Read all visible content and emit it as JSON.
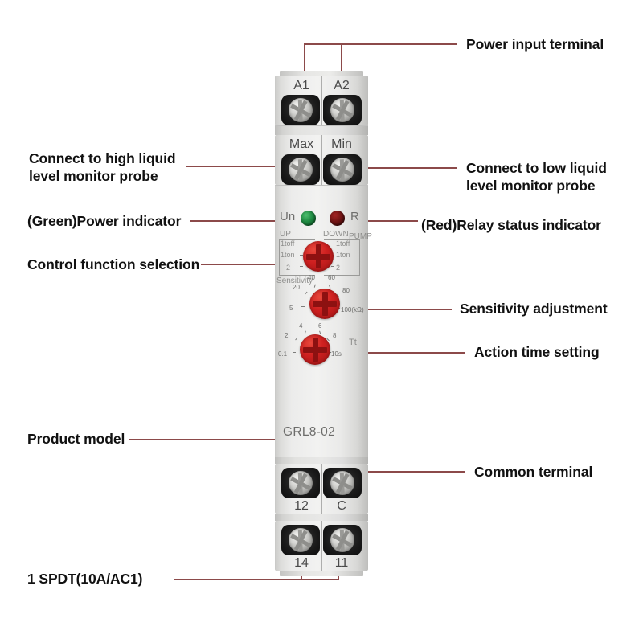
{
  "figure": {
    "type": "annotated-product-diagram",
    "subject": "liquid level control relay",
    "model": "GRL8-02"
  },
  "annotations": {
    "power_input": "Power input terminal",
    "high_probe": "Connect to high liquid\nlevel monitor probe",
    "low_probe": "Connect to low liquid\nlevel monitor probe",
    "power_indicator": "(Green)Power indicator",
    "relay_indicator": "(Red)Relay status indicator",
    "control_function": "Control function selection",
    "sensitivity": "Sensitivity adjustment",
    "action_time": "Action time setting",
    "product_model": "Product model",
    "common_terminal": "Common terminal",
    "contact_rating": "1 SPDT(10A/AC1)"
  },
  "device": {
    "model_text": "GRL8-02",
    "top_terminals": [
      "A1",
      "A2"
    ],
    "probe_terminals": [
      "Max",
      "Min"
    ],
    "bottom_terminals_upper": [
      "12",
      "C"
    ],
    "bottom_terminals_lower": [
      "14",
      "11"
    ],
    "indicators": {
      "power_label": "Un",
      "relay_label": "R",
      "power_color": "#1f8a42",
      "relay_color": "#6e1414"
    },
    "function_selector": {
      "left_heading": "UP",
      "right_heading": "DOWN",
      "pump_label": "PUMP",
      "left_options": [
        "1toff",
        "1ton",
        "2"
      ],
      "right_options": [
        "1toff",
        "1ton",
        "2"
      ]
    },
    "sensitivity_dial": {
      "label": "Sensitivity",
      "unit": "100(kΩ)",
      "ticks": [
        "5",
        "20",
        "40",
        "60",
        "80",
        "100(kΩ)"
      ]
    },
    "time_dial": {
      "label": "Tt",
      "unit": "10s",
      "ticks": [
        "0.1",
        "2",
        "4",
        "6",
        "8",
        "10s"
      ]
    }
  },
  "colors": {
    "leader_line": "#8c4a4a",
    "label_text": "#111111",
    "knob_red": "#cf2020",
    "body_plastic": "#ececea"
  }
}
